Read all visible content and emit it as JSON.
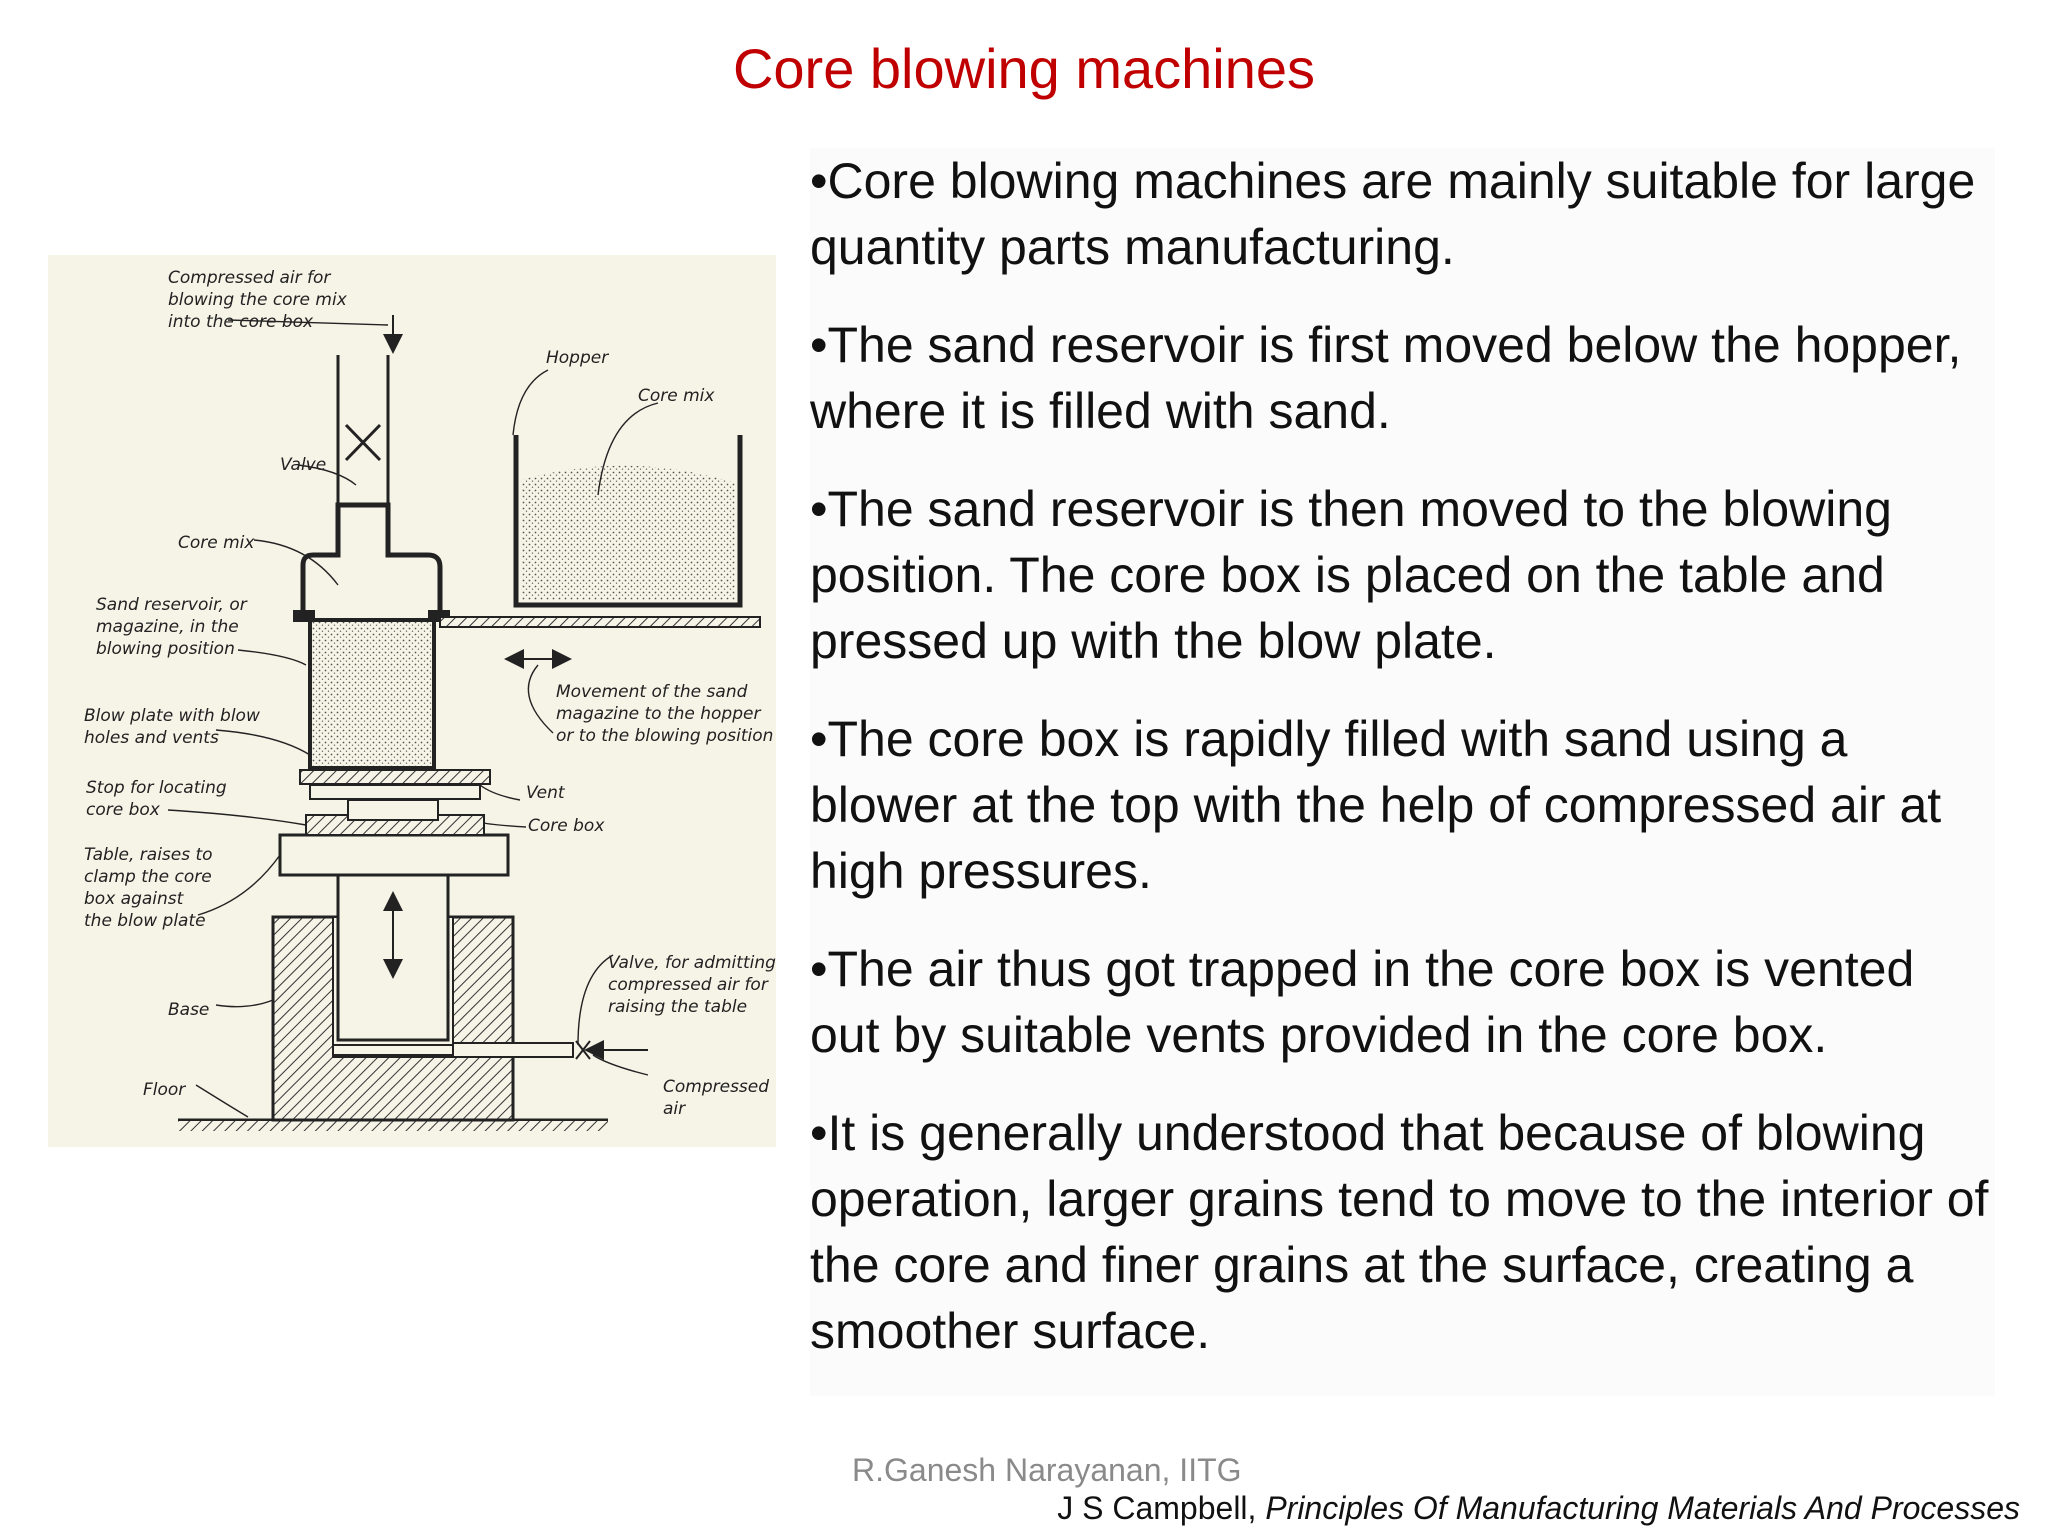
{
  "title": "Core blowing machines",
  "figure": {
    "labels": {
      "compressed_air_1": "Compressed air for",
      "compressed_air_2": "blowing the core mix",
      "compressed_air_3": "into the core box",
      "hopper": "Hopper",
      "core_mix_right": "Core mix",
      "valve": "Valve",
      "core_mix_left": "Core mix",
      "reservoir_1": "Sand reservoir, or",
      "reservoir_2": "magazine, in the",
      "reservoir_3": "blowing position",
      "movement_1": "Movement of the sand",
      "movement_2": "magazine to the hopper",
      "movement_3": "or to the blowing position",
      "blow_plate_1": "Blow plate with blow",
      "blow_plate_2": "holes and vents",
      "stop_1": "Stop for locating",
      "stop_2": "core box",
      "vent": "Vent",
      "core_box": "Core box",
      "table_1": "Table, raises to",
      "table_2": "clamp the core",
      "table_3": "box against",
      "table_4": "the blow plate",
      "valve_admit_1": "Valve, for admitting",
      "valve_admit_2": "compressed air for",
      "valve_admit_3": "raising the table",
      "base": "Base",
      "floor": "Floor",
      "compressed_air_b1": "Compressed",
      "compressed_air_b2": "air"
    }
  },
  "bullets": [
    "•Core blowing machines are mainly suitable for large quantity parts manufacturing.",
    "•The sand reservoir is first moved below the hopper, where it is filled with sand.",
    "•The sand reservoir is then moved to the blowing position. The core box is placed on the table and pressed up with the blow plate.",
    "•The core box is rapidly filled with sand using a blower at the top with the help of compressed air at high pressures.",
    "•The air thus got trapped in the core box is vented out by suitable vents provided in the core box.",
    "•It is generally understood that because of blowing operation, larger grains tend to move to the interior of the core and finer grains at the surface, creating a smoother surface."
  ],
  "credit": "R.Ganesh Narayanan, IITG",
  "citation": {
    "author": "J S Campbell, ",
    "book": "Principles Of Manufacturing Materials And Processes"
  }
}
